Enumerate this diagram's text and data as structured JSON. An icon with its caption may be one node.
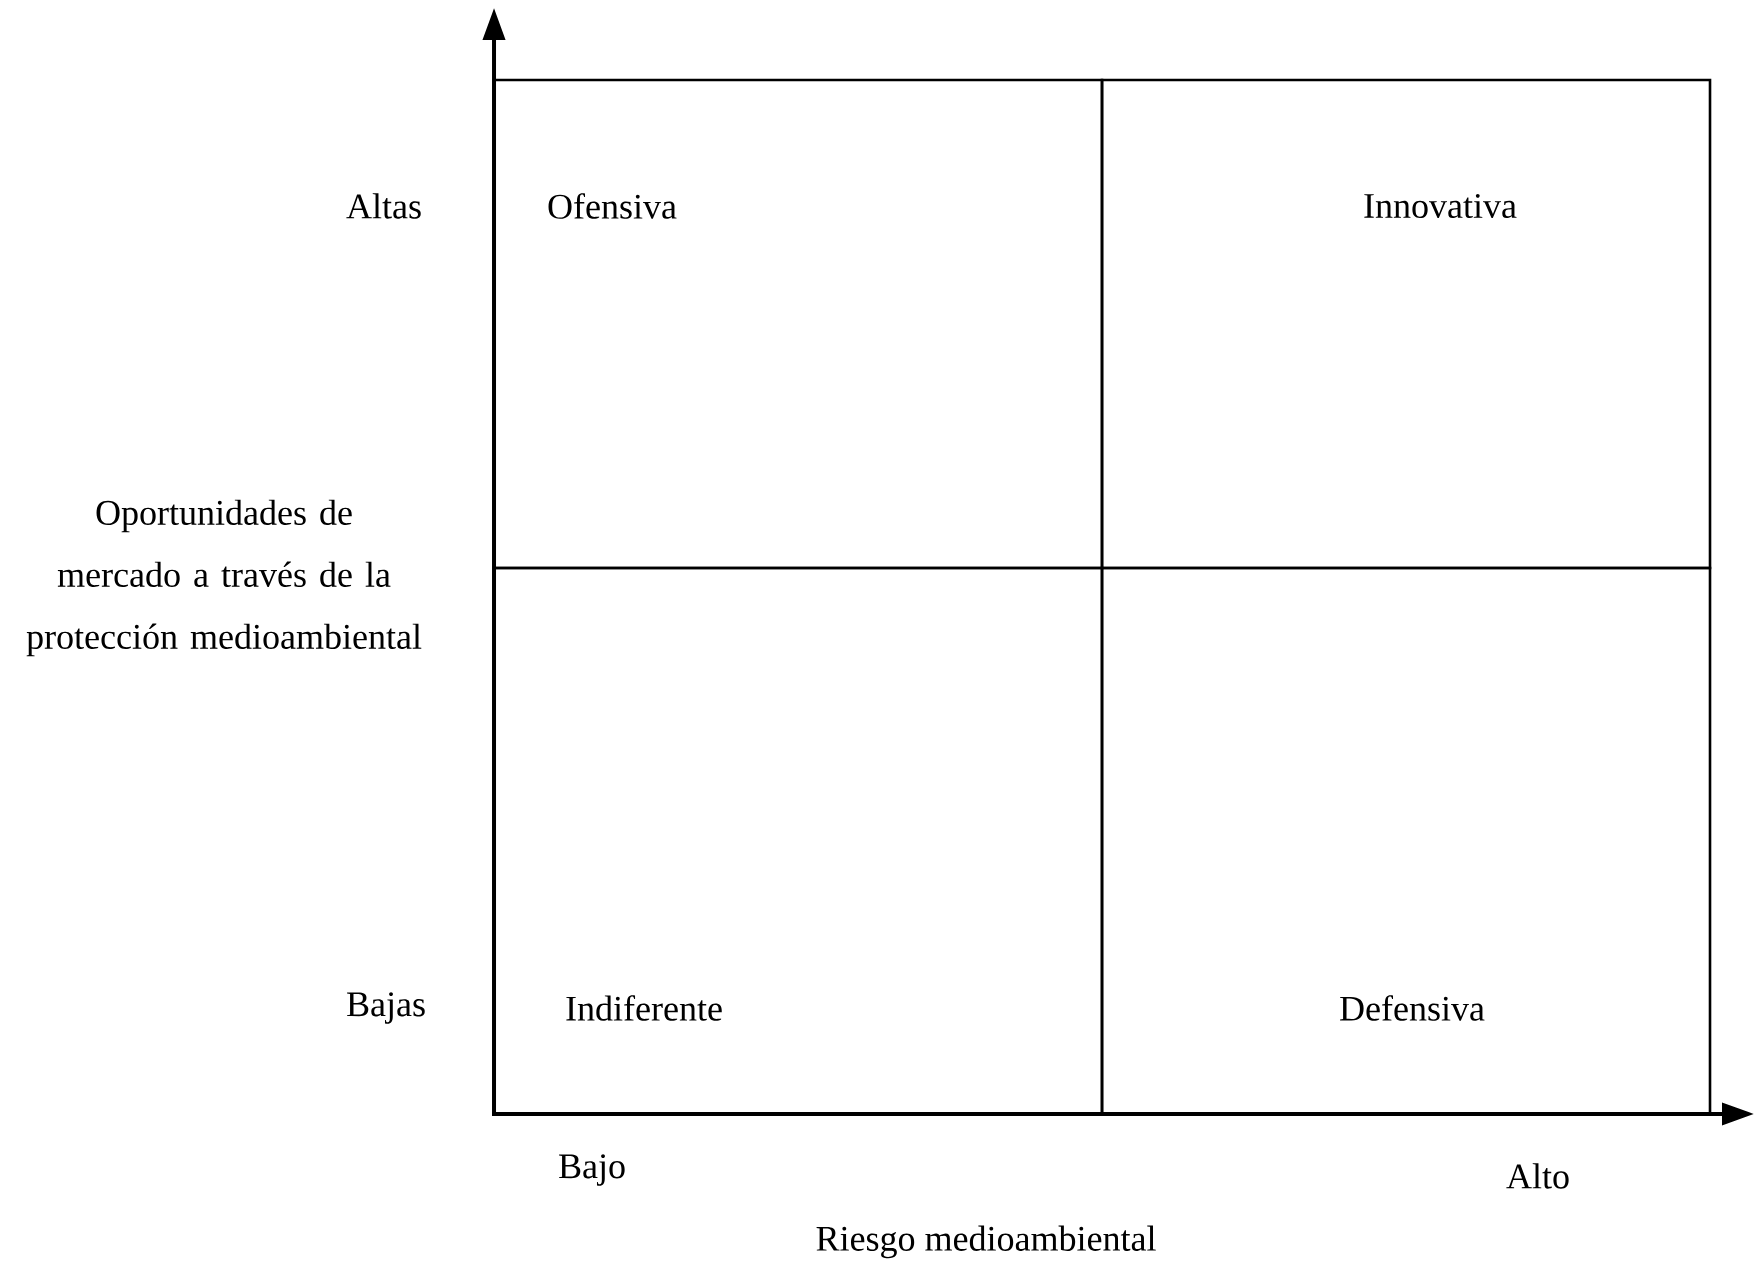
{
  "diagram": {
    "nodes": [
      {
        "text": [
          "Ofensiva"
        ]
      },
      {
        "text": [
          "Innovativa"
        ]
      },
      {
        "text": [
          "Indiferente"
        ]
      },
      {
        "text": [
          "Defensiva"
        ]
      }
    ],
    "labels": [
      "Altas",
      "Oportunidades de mercado a través de la protección medioambiental",
      "Bajas",
      "Bajo",
      "Alto",
      "Riesgo medioambiental"
    ]
  }
}
